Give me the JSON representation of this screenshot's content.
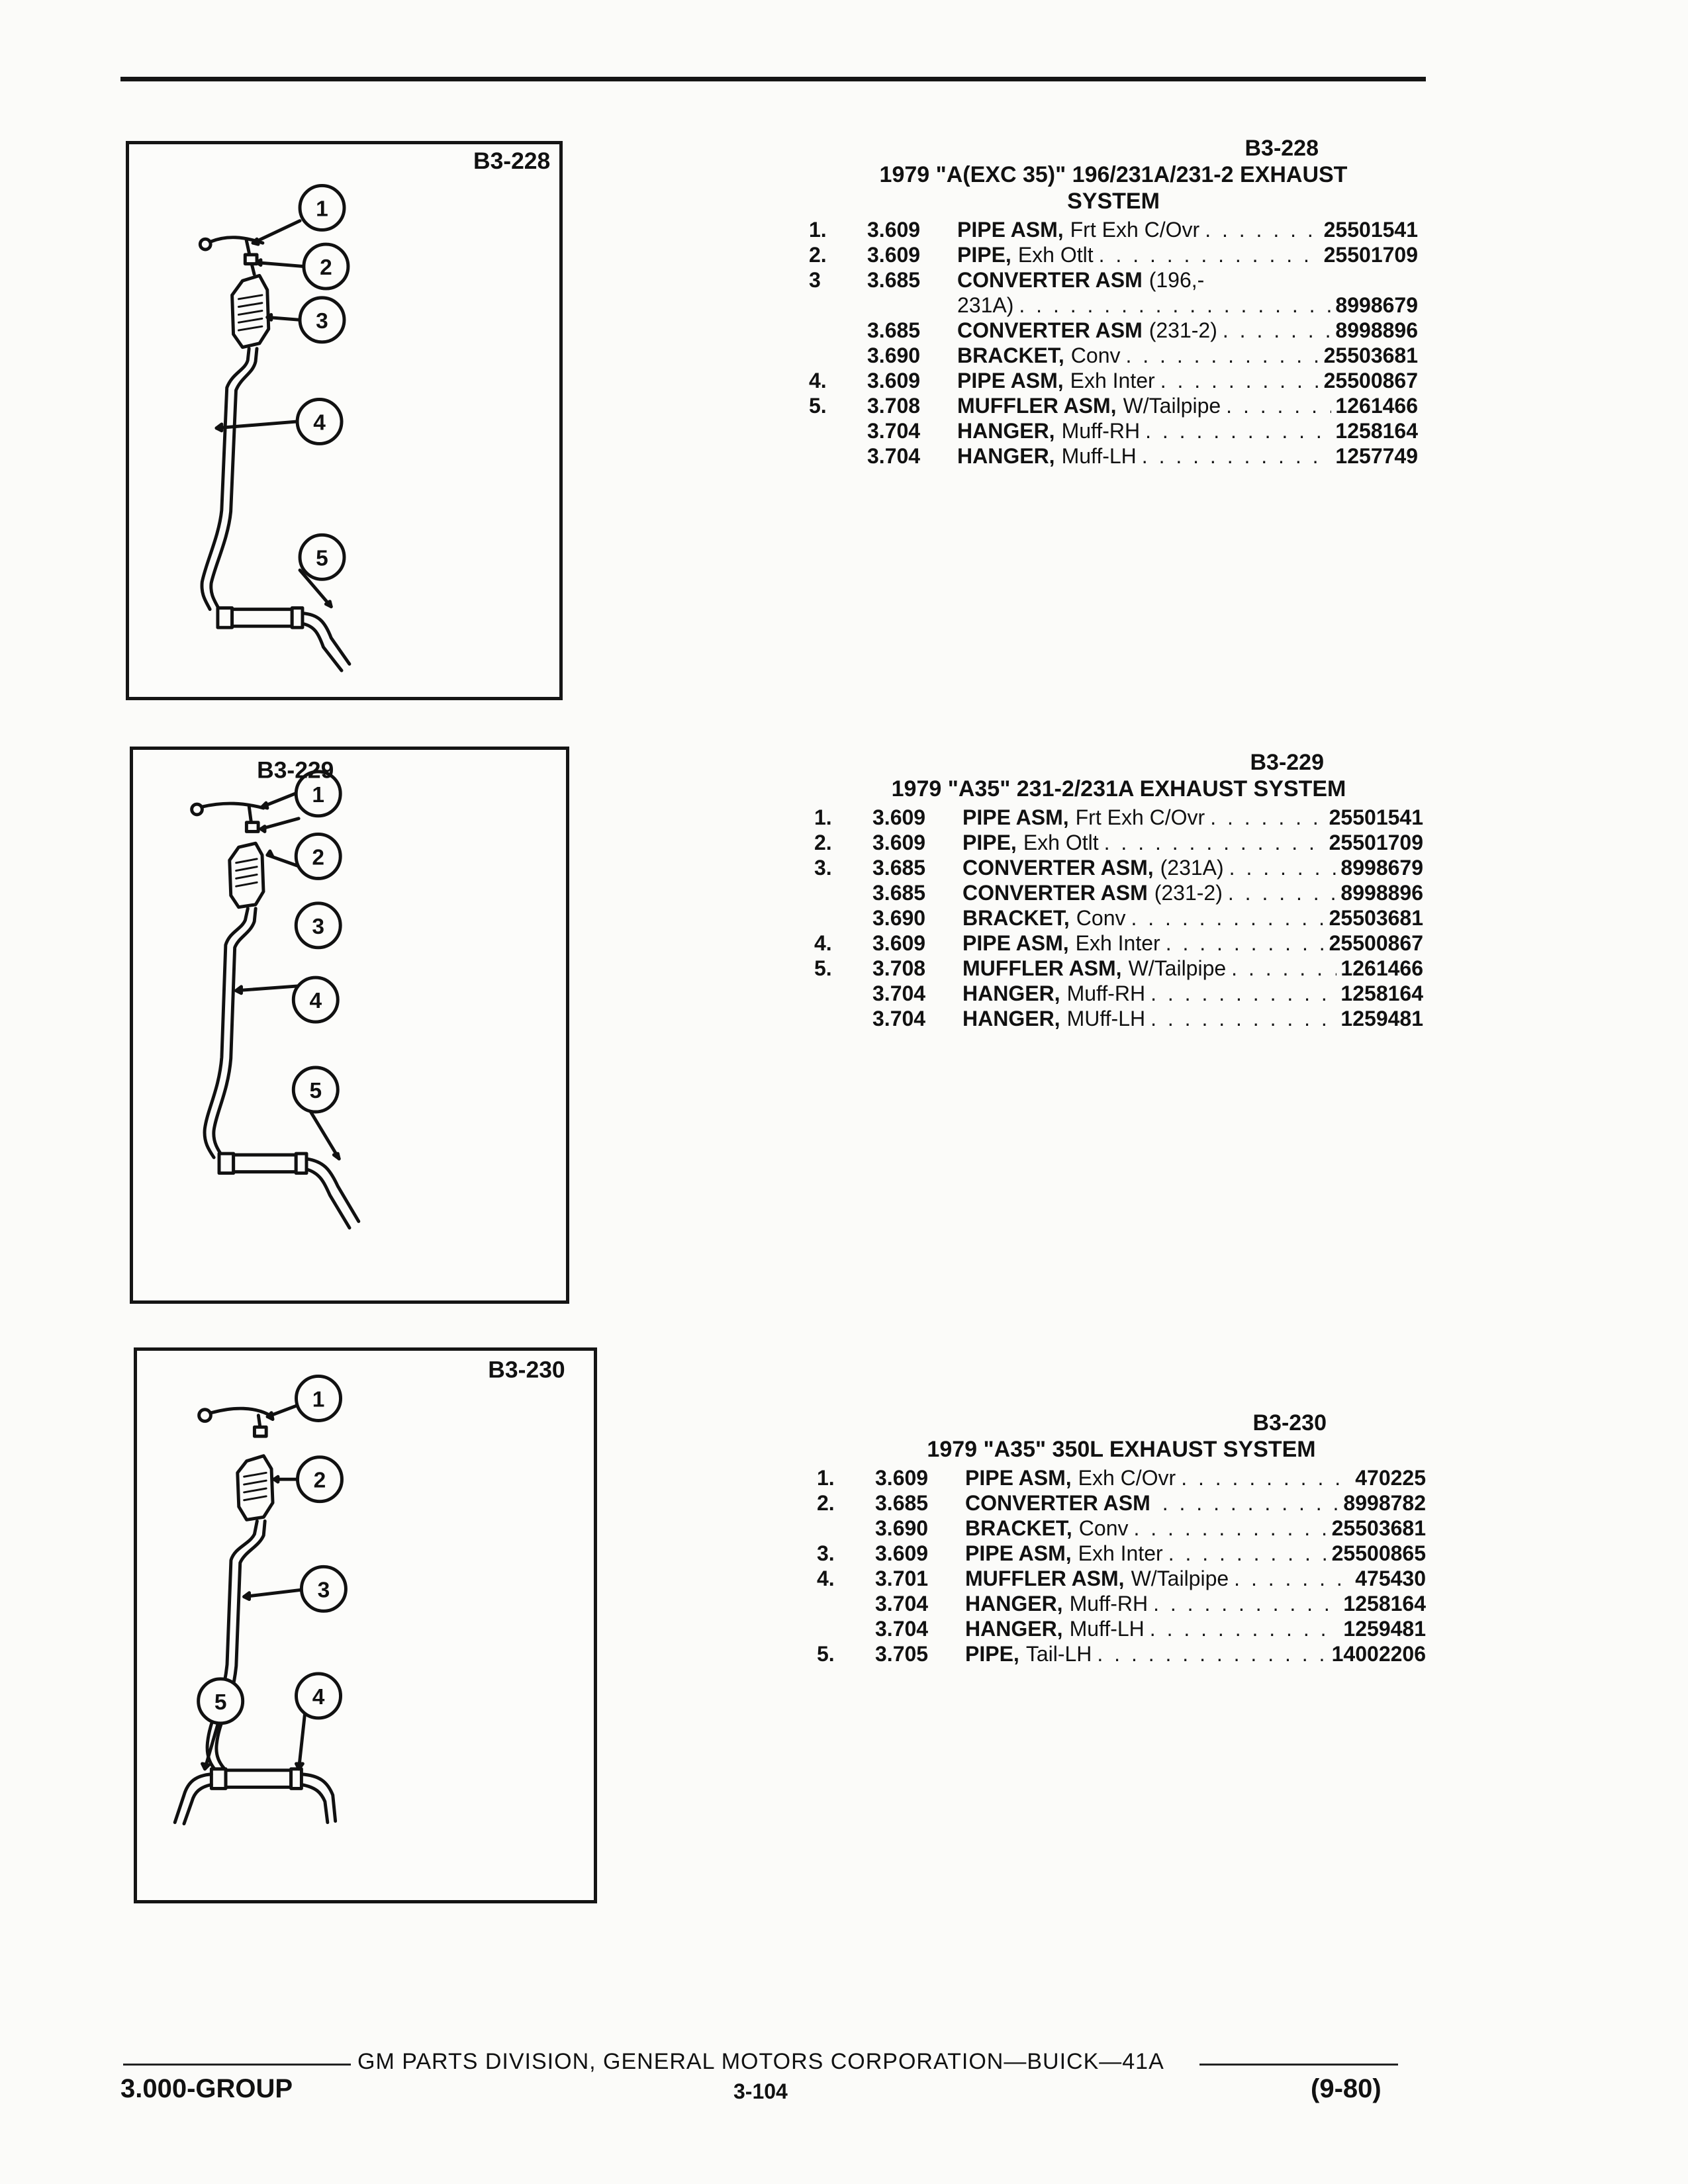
{
  "figures": [
    {
      "label": "B3-228",
      "callouts": [
        "1",
        "2",
        "3",
        "4",
        "5"
      ],
      "code": "B3-228",
      "title_line1": "1979 \"A(EXC 35)\" 196/231A/231-2 EXHAUST",
      "title_line2": "SYSTEM",
      "items": [
        {
          "key": "1.",
          "group": "3.609",
          "name": "PIPE ASM,",
          "qualifier": "Frt Exh C/Ovr",
          "part_no": "25501541"
        },
        {
          "key": "2.",
          "group": "3.609",
          "name": "PIPE,",
          "qualifier": "Exh Otlt",
          "part_no": "25501709"
        },
        {
          "key": "3",
          "group": "3.685",
          "name": "CONVERTER ASM",
          "qualifier": "(196,-",
          "part_no": ""
        },
        {
          "key": "",
          "group": "",
          "name": "",
          "qualifier": "231A)",
          "part_no": "8998679"
        },
        {
          "key": "",
          "group": "3.685",
          "name": "CONVERTER ASM",
          "qualifier": "(231-2)",
          "part_no": "8998896"
        },
        {
          "key": "",
          "group": "3.690",
          "name": "BRACKET,",
          "qualifier": "Conv",
          "part_no": "25503681"
        },
        {
          "key": "4.",
          "group": "3.609",
          "name": "PIPE ASM,",
          "qualifier": "Exh Inter",
          "part_no": "25500867"
        },
        {
          "key": "5.",
          "group": "3.708",
          "name": "MUFFLER ASM,",
          "qualifier": "W/Tailpipe",
          "part_no": "1261466"
        },
        {
          "key": "",
          "group": "3.704",
          "name": "HANGER,",
          "qualifier": "Muff-RH",
          "part_no": "1258164"
        },
        {
          "key": "",
          "group": "3.704",
          "name": "HANGER,",
          "qualifier": "Muff-LH",
          "part_no": "1257749"
        }
      ]
    },
    {
      "label": "B3-229",
      "callouts": [
        "1",
        "2",
        "3",
        "4",
        "5"
      ],
      "code": "B3-229",
      "title_line1": "1979 \"A35\" 231-2/231A EXHAUST SYSTEM",
      "title_line2": "",
      "items": [
        {
          "key": "1.",
          "group": "3.609",
          "name": "PIPE ASM,",
          "qualifier": "Frt Exh C/Ovr",
          "part_no": "25501541"
        },
        {
          "key": "2.",
          "group": "3.609",
          "name": "PIPE,",
          "qualifier": "Exh Otlt",
          "part_no": "25501709"
        },
        {
          "key": "3.",
          "group": "3.685",
          "name": "CONVERTER ASM,",
          "qualifier": "(231A)",
          "part_no": "8998679"
        },
        {
          "key": "",
          "group": "3.685",
          "name": "CONVERTER ASM",
          "qualifier": "(231-2)",
          "part_no": "8998896"
        },
        {
          "key": "",
          "group": "3.690",
          "name": "BRACKET,",
          "qualifier": "Conv",
          "part_no": "25503681"
        },
        {
          "key": "4.",
          "group": "3.609",
          "name": "PIPE ASM,",
          "qualifier": "Exh Inter",
          "part_no": "25500867"
        },
        {
          "key": "5.",
          "group": "3.708",
          "name": "MUFFLER ASM,",
          "qualifier": "W/Tailpipe",
          "part_no": "1261466"
        },
        {
          "key": "",
          "group": "3.704",
          "name": "HANGER,",
          "qualifier": "Muff-RH",
          "part_no": "1258164"
        },
        {
          "key": "",
          "group": "3.704",
          "name": "HANGER,",
          "qualifier": "MUff-LH",
          "part_no": "1259481"
        }
      ]
    },
    {
      "label": "B3-230",
      "callouts": [
        "1",
        "2",
        "3",
        "4",
        "5"
      ],
      "code": "B3-230",
      "title_line1": "1979 \"A35\" 350L EXHAUST SYSTEM",
      "title_line2": "",
      "items": [
        {
          "key": "1.",
          "group": "3.609",
          "name": "PIPE ASM,",
          "qualifier": "Exh C/Ovr",
          "part_no": "470225"
        },
        {
          "key": "2.",
          "group": "3.685",
          "name": "CONVERTER ASM",
          "qualifier": "",
          "part_no": "8998782"
        },
        {
          "key": "",
          "group": "3.690",
          "name": "BRACKET,",
          "qualifier": "Conv",
          "part_no": "25503681"
        },
        {
          "key": "3.",
          "group": "3.609",
          "name": "PIPE ASM,",
          "qualifier": "Exh Inter",
          "part_no": "25500865"
        },
        {
          "key": "4.",
          "group": "3.701",
          "name": "MUFFLER ASM,",
          "qualifier": "W/Tailpipe",
          "part_no": "475430"
        },
        {
          "key": "",
          "group": "3.704",
          "name": "HANGER,",
          "qualifier": "Muff-RH",
          "part_no": "1258164"
        },
        {
          "key": "",
          "group": "3.704",
          "name": "HANGER,",
          "qualifier": "Muff-LH",
          "part_no": "1259481"
        },
        {
          "key": "5.",
          "group": "3.705",
          "name": "PIPE,",
          "qualifier": "Tail-LH",
          "part_no": "14002206"
        }
      ]
    }
  ],
  "footer": {
    "publisher": "GM PARTS DIVISION, GENERAL MOTORS CORPORATION—BUICK—41A",
    "group": "3.000-GROUP",
    "page": "3-104",
    "date": "(9-80)"
  }
}
